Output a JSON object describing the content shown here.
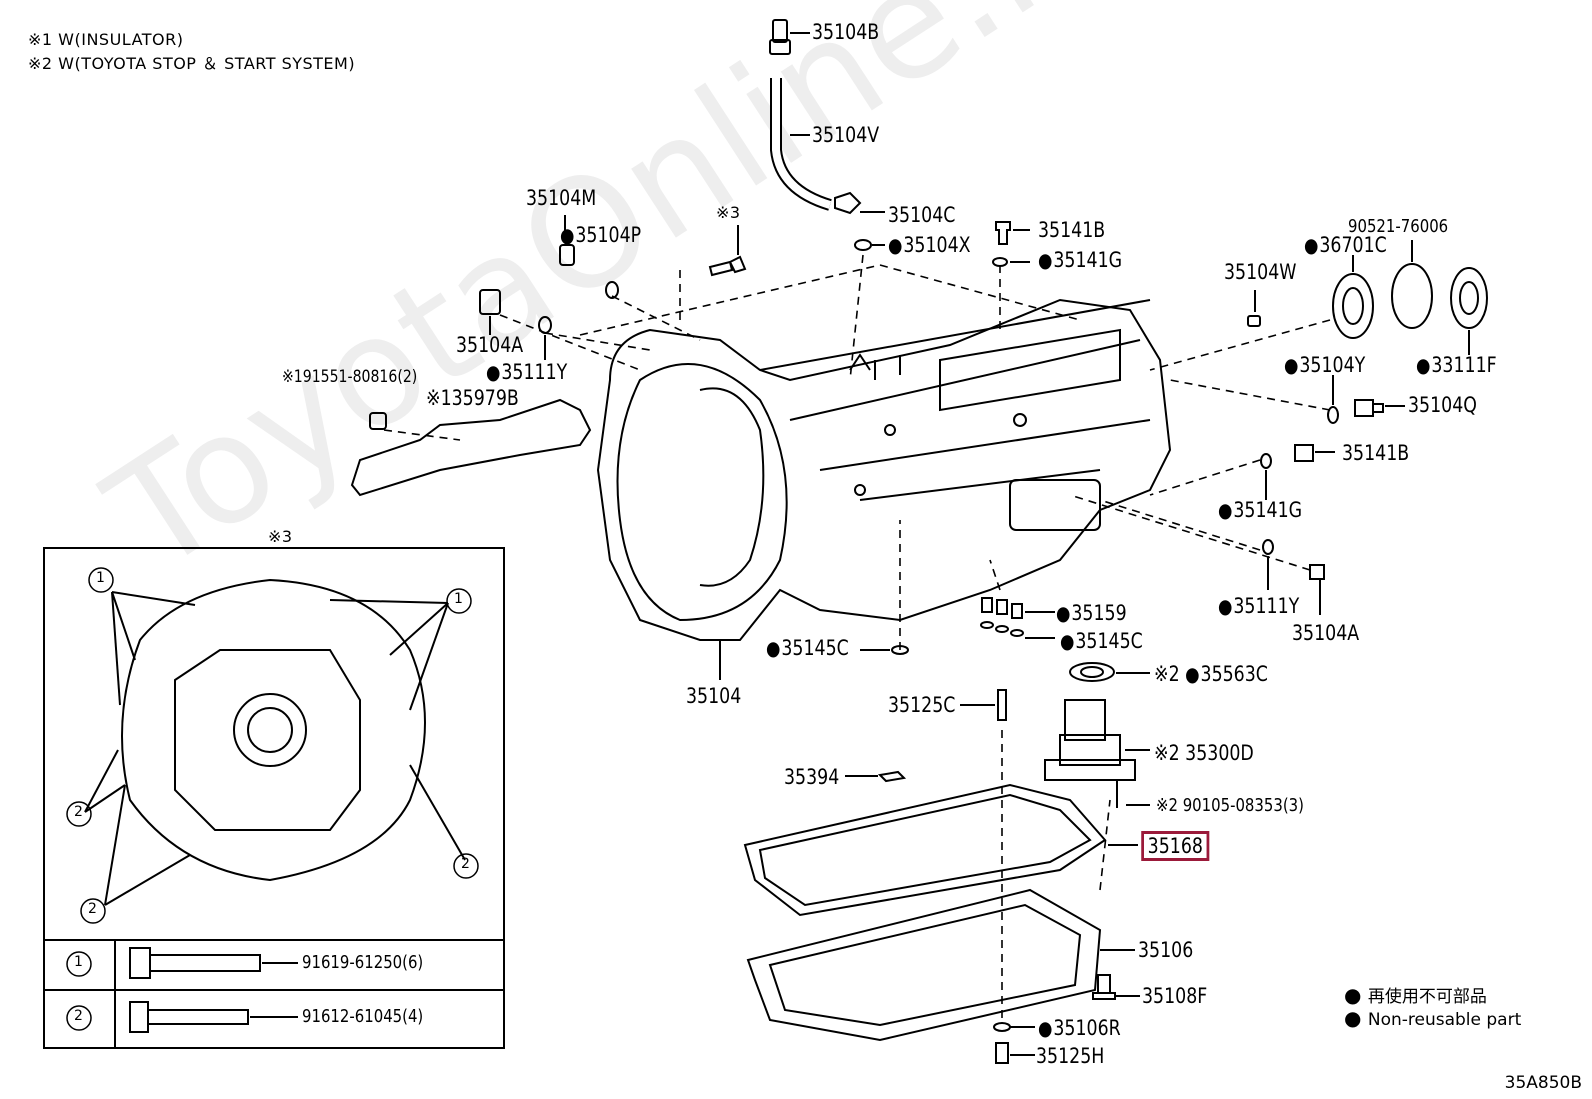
{
  "notes": {
    "note1": "※1 W(INSULATOR)",
    "note2": "※2 W(TOYOTA STOP ＆ START SYSTEM)"
  },
  "watermark": "ToyotaOnline.ru",
  "parts": {
    "p35104B_top": "35104B",
    "p35104V": "35104V",
    "p35104C": "35104C",
    "p35104X": "35104X",
    "p35104M": "35104M",
    "p35104P": "35104P",
    "x3_top": "※3",
    "p35141B_top": "35141B",
    "p35141G_top": "35141G",
    "p90521": "90521-76006",
    "p36701C": "36701C",
    "p35104W": "35104W",
    "p35104A_left": "35104A",
    "p35111Y_left": "35111Y",
    "p91551": "※191551-80816(2)",
    "p35979B": "※135979B",
    "p35104Y": "35104Y",
    "p33111F": "33111F",
    "p35104Q": "35104Q",
    "p35141B_right": "35141B",
    "p35141G_right": "35141G",
    "p35111Y_right": "35111Y",
    "p35104A_right": "35104A",
    "p35159": "35159",
    "p35145C_right": "35145C",
    "p35145C_left": "35145C",
    "p35104": "35104",
    "p35563C": "※2",
    "p35563C_num": "35563C",
    "p35125C": "35125C",
    "p35300D": "※2",
    "p35300D_num": "35300D",
    "p35394": "35394",
    "p90105": "※2 90105-08353(3)",
    "p35168": "35168",
    "p35106": "35106",
    "p35108F": "35108F",
    "p35106R": "35106R",
    "p35125H": "35125H"
  },
  "inset": {
    "title": "※3",
    "callout1": "1",
    "callout2": "2",
    "table": [
      {
        "mark": "1",
        "part": "91619-61250(6)"
      },
      {
        "mark": "2",
        "part": "91612-61045(4)"
      }
    ]
  },
  "legend": {
    "jp": "再使用不可部品",
    "en": "Non-reusable part"
  },
  "diagram_code": "35A850B",
  "highlight_color": "#9b1a3a"
}
